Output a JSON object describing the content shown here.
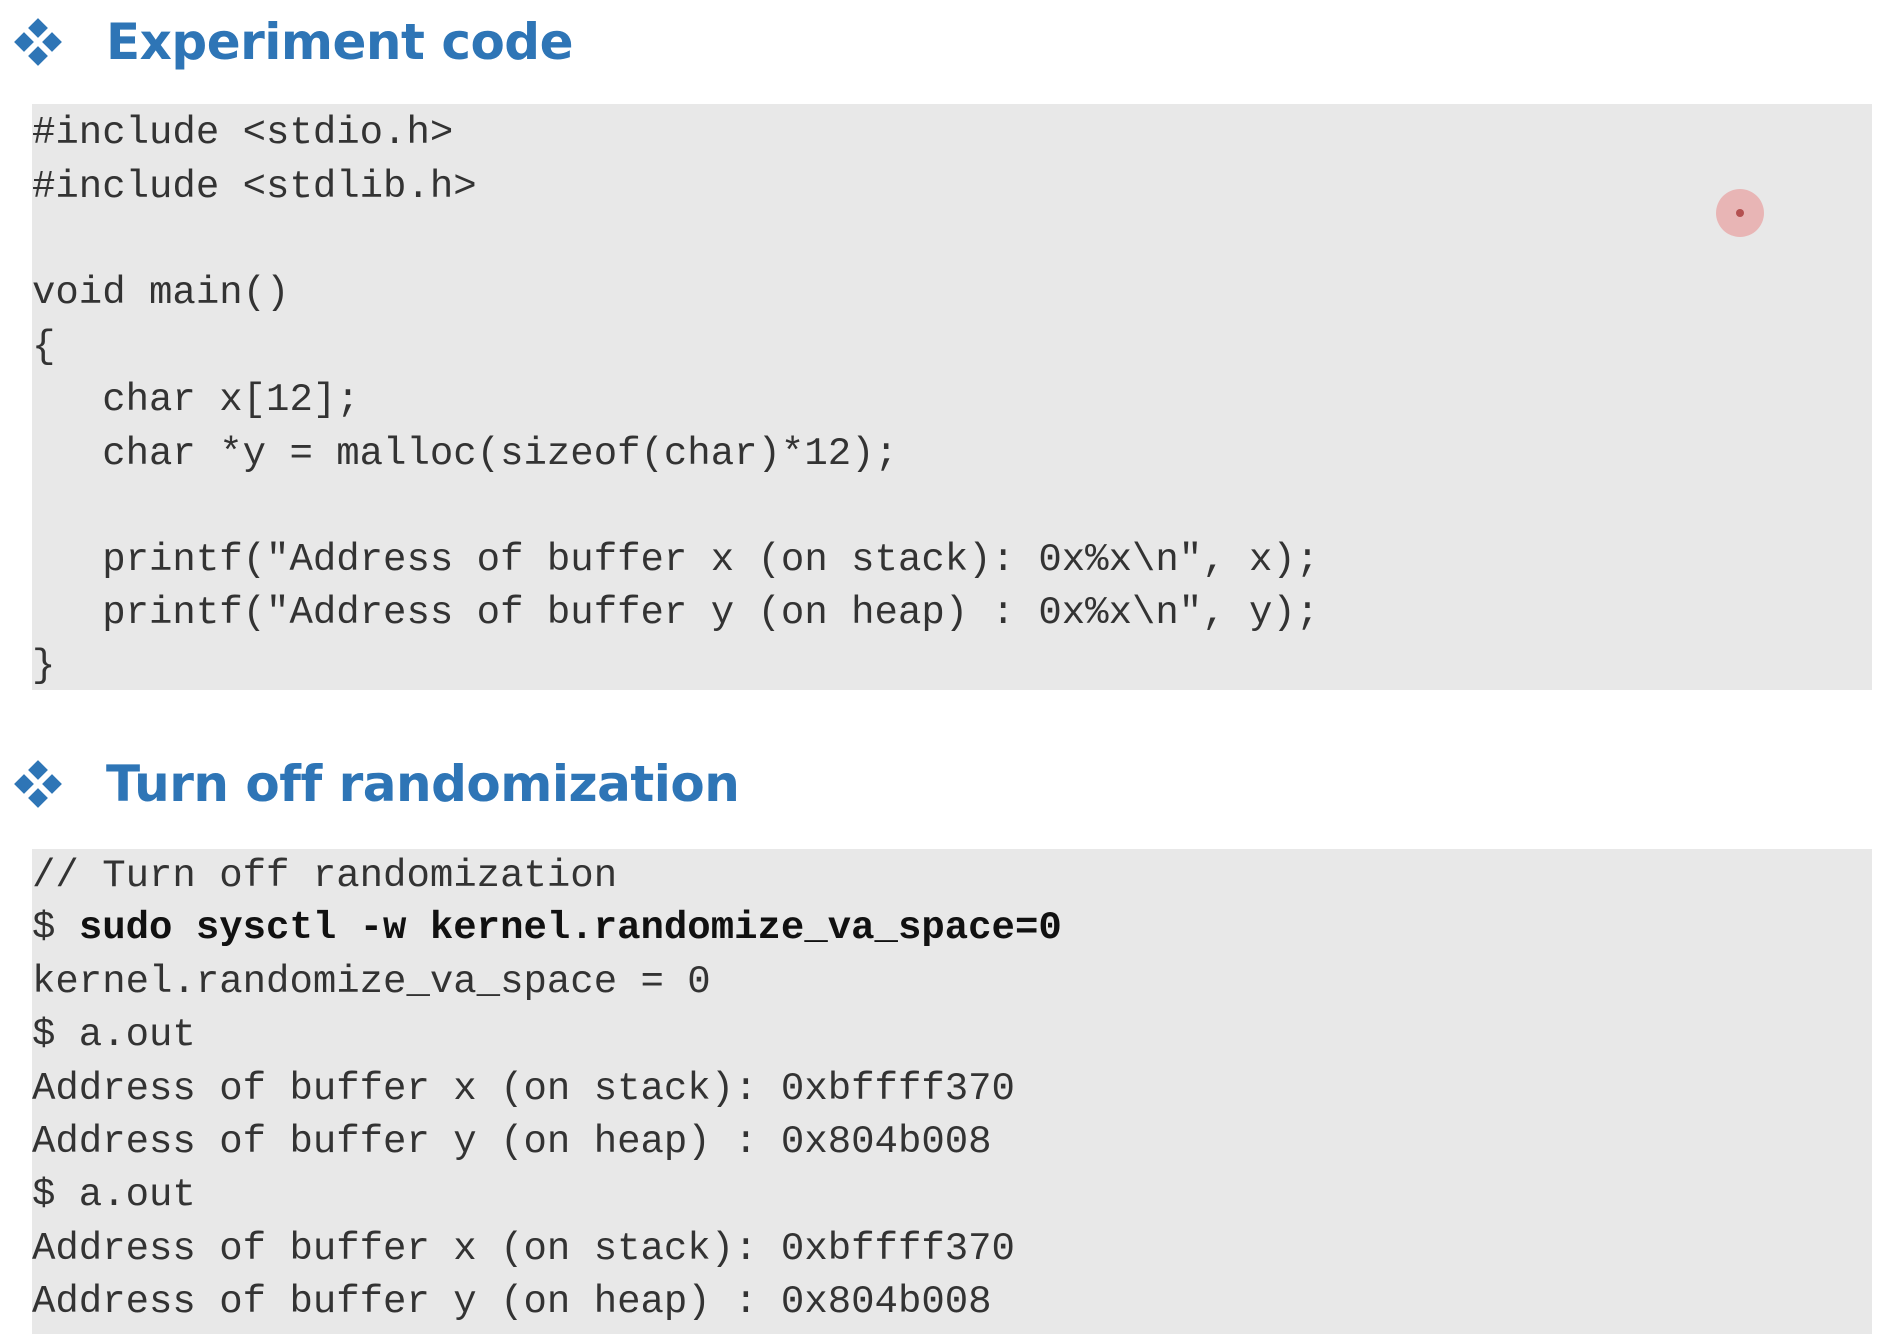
{
  "sections": [
    {
      "heading": "Experiment code",
      "icon": "diamond-bullet-icon",
      "code_lines": [
        "#include <stdio.h>",
        "#include <stdlib.h>",
        "",
        "void main()",
        "{",
        "   char x[12];",
        "   char *y = malloc(sizeof(char)*12);",
        "",
        "   printf(\"Address of buffer x (on stack): 0x%x\\n\", x);",
        "   printf(\"Address of buffer y (on heap) : 0x%x\\n\", y);",
        "}"
      ]
    },
    {
      "heading": "Turn off randomization",
      "icon": "diamond-bullet-icon",
      "terminal_lines": [
        "// Turn off randomization",
        "$ ",
        "kernel.randomize_va_space = 0",
        "$ a.out",
        "Address of buffer x (on stack): 0xbffff370",
        "Address of buffer y (on heap) : 0x804b008",
        "$ a.out",
        "Address of buffer x (on stack): 0xbffff370",
        "Address of buffer y (on heap) : 0x804b008"
      ],
      "bold_command": "sudo sysctl -w kernel.randomize_va_space=0"
    }
  ],
  "colors": {
    "heading": "#2e75b6",
    "code_background": "#e8e8e8",
    "code_text": "#333333"
  }
}
